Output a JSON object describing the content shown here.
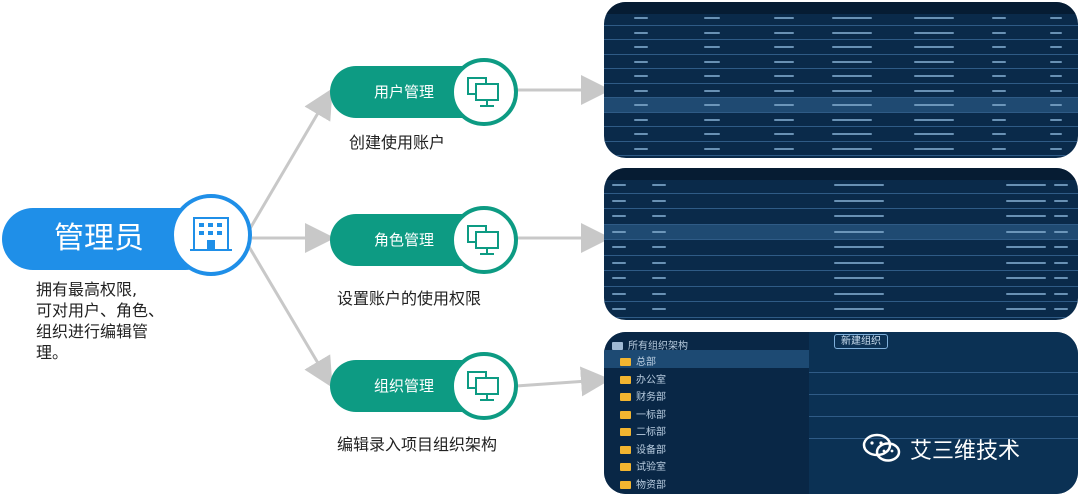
{
  "admin": {
    "title": "管理员",
    "description": [
      "拥有最高权限,",
      "可对用户、角色、",
      "组织进行编辑管",
      "理。"
    ]
  },
  "modules": [
    {
      "label": "用户管理",
      "caption": "创建使用账户"
    },
    {
      "label": "角色管理",
      "caption": "设置账户的使用权限"
    },
    {
      "label": "组织管理",
      "caption": "编辑录入项目组织架构"
    }
  ],
  "org_tree": {
    "root": "所有组织架构",
    "items": [
      "总部",
      "办公室",
      "财务部",
      "一标部",
      "二标部",
      "设备部",
      "试验室",
      "物资部"
    ],
    "button": "新建组织"
  },
  "watermark": "艾三维技术",
  "colors": {
    "admin": "#1f8fe8",
    "module": "#0d9b83",
    "panel": "#0a2a4a"
  }
}
